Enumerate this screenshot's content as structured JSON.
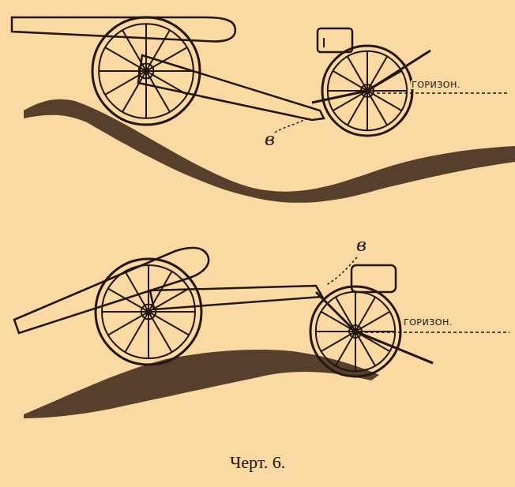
{
  "diagram": {
    "caption": "Черт. 6.",
    "labels": [
      "в",
      "ГОРИЗОН.",
      "в",
      "ГОРИЗОН."
    ]
  }
}
